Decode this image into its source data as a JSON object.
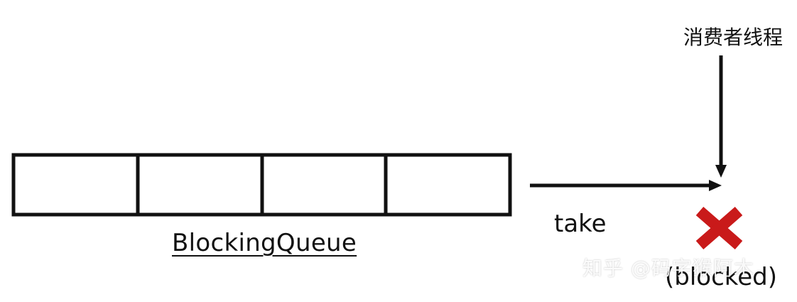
{
  "consumer_thread_label": "消费者线程",
  "queue_label": "BlockingQueue",
  "take_label": "take",
  "blocked_label": "(blocked)",
  "watermark": "知乎 @码字猴阿木",
  "queue_slot_count": 4,
  "colors": {
    "stroke": "#111111",
    "blocked_x": "#c91a1a",
    "background": "#ffffff"
  },
  "icons": {
    "blocked_marker": "red-x-icon",
    "arrows": "arrow-right-icon, arrow-down-icon"
  }
}
